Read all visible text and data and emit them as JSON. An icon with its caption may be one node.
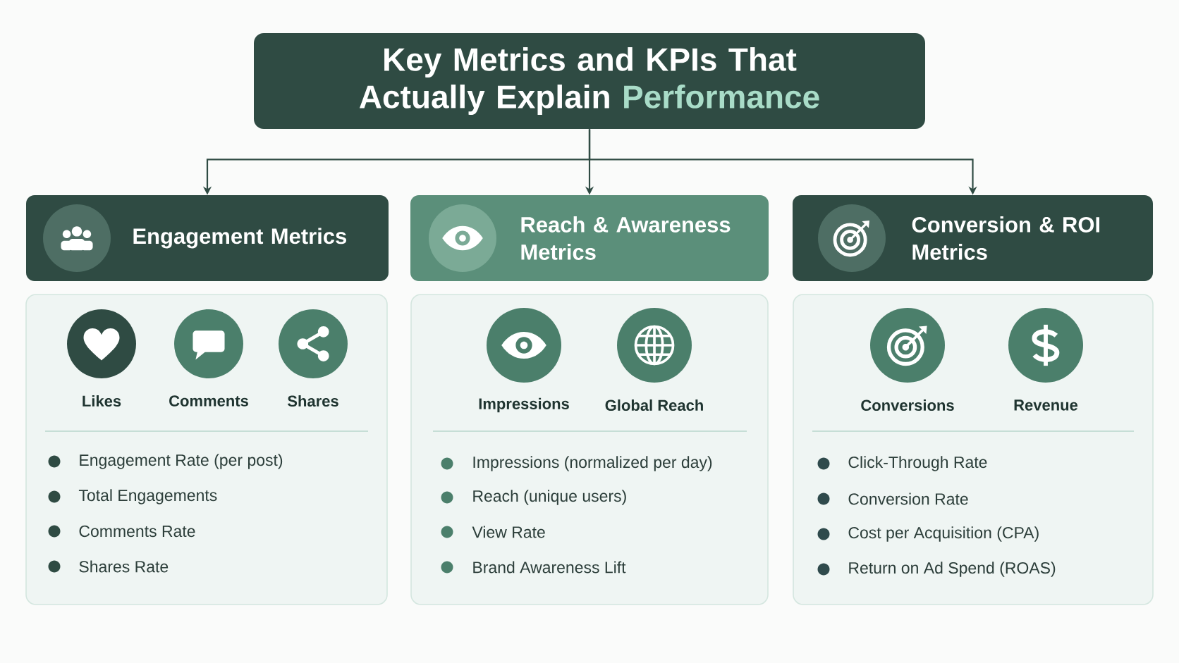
{
  "diagram": {
    "nodes": [
      {
        "text": [
          "Key Metrics and KPIs That Actually Explain",
          "Performance"
        ]
      },
      {
        "text": [
          "Engagement Metrics"
        ]
      },
      {
        "text": [
          "Reach & Awareness Metrics"
        ]
      },
      {
        "text": [
          "Conversion & ROI Metrics"
        ]
      },
      {
        "text": [
          "Engagement Rate (per post)",
          "Total Engagements",
          "Comments Rate",
          "Shares Rate"
        ]
      },
      {
        "text": [
          "Likes"
        ],
        "in": 4
      },
      {
        "text": [
          "Comments"
        ],
        "in": 4
      },
      {
        "text": [
          "Shares"
        ],
        "in": 4
      },
      {
        "text": [
          "Impressions (normalized per day)",
          "Reach (unique users)",
          "View Rate",
          "Brand Awareness Lift"
        ]
      },
      {
        "text": [
          "Impressions"
        ],
        "in": 8
      },
      {
        "text": [
          "Global Reach"
        ],
        "in": 8
      },
      {
        "text": [
          "Click-Through Rate",
          "Conversion Rate",
          "Cost per Acquisition (CPA)",
          "Return on Ad Spend (ROAS)"
        ]
      },
      {
        "text": [
          "Conversions"
        ],
        "in": 11
      },
      {
        "text": [
          "Revenue"
        ],
        "in": 11
      }
    ],
    "edges": [
      {
        "from": 0,
        "to": 1,
        "arrow": "to"
      },
      {
        "from": 0,
        "to": 2,
        "arrow": "to"
      },
      {
        "from": 0,
        "to": 3,
        "arrow": "to"
      }
    ]
  }
}
